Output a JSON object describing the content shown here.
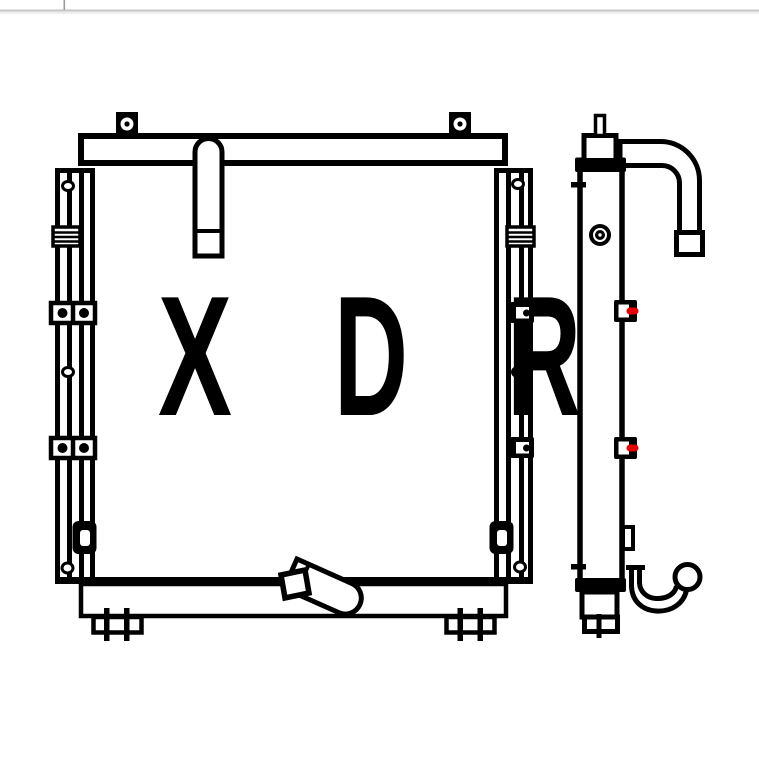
{
  "chrome": {
    "top_divider_color": "#c5c5c5",
    "top_divider_shadow": "#eeeeee",
    "caret_color": "#9b9b9b"
  },
  "drawing": {
    "label_letters": [
      "X",
      "D",
      "R"
    ],
    "line_color": "#000000",
    "background_color": "#ffffff",
    "highlight_color": "#e80000",
    "views": [
      "front-view",
      "side-view"
    ]
  }
}
